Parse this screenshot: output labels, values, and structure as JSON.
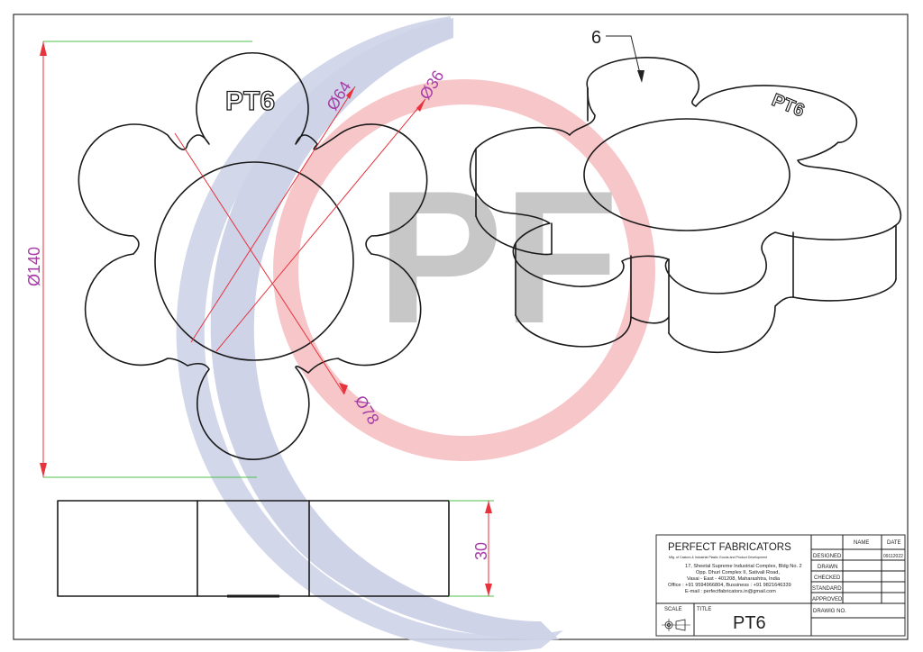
{
  "drawing": {
    "part_label": "PT6",
    "item_number": "6",
    "dimensions": {
      "outer_diameter": "Ø140",
      "hub_diameter": "Ø64",
      "bore_diameter": "Ø36",
      "lobe_circle_diameter": "Ø78",
      "thickness": "30"
    },
    "watermark": "PF"
  },
  "title_block": {
    "company": "PERFECT FABRICATORS",
    "tagline": "Mfg. of Castors & Industrial Plastic Goods and Product Development",
    "address_line1": "17, Sheetal Supreme Industrial Complex, Bldg No. 2",
    "address_line2": "Opp. Dhuri Complex II, Sativali Road,",
    "address_line3": "Vasai - East - 401208, Maharashtra, India",
    "contact_line": "Office : +91 9594966804, Bussiness : +91 9821646339",
    "email_line": "E-mail : perfectfabricators.in@gmail.com",
    "col_name": "NAME",
    "col_date": "DATE",
    "rows": [
      {
        "label": "DESIGNED",
        "name": "",
        "date": "09112022"
      },
      {
        "label": "DRAWN",
        "name": "",
        "date": ""
      },
      {
        "label": "CHECKED",
        "name": "",
        "date": ""
      },
      {
        "label": "STANDARD",
        "name": "",
        "date": ""
      },
      {
        "label": "APPROVED",
        "name": "",
        "date": ""
      }
    ],
    "scale_label": "SCALE",
    "title_label": "TITLE",
    "title_value": "PT6",
    "drawing_no_label": "DRAWIG NO."
  }
}
